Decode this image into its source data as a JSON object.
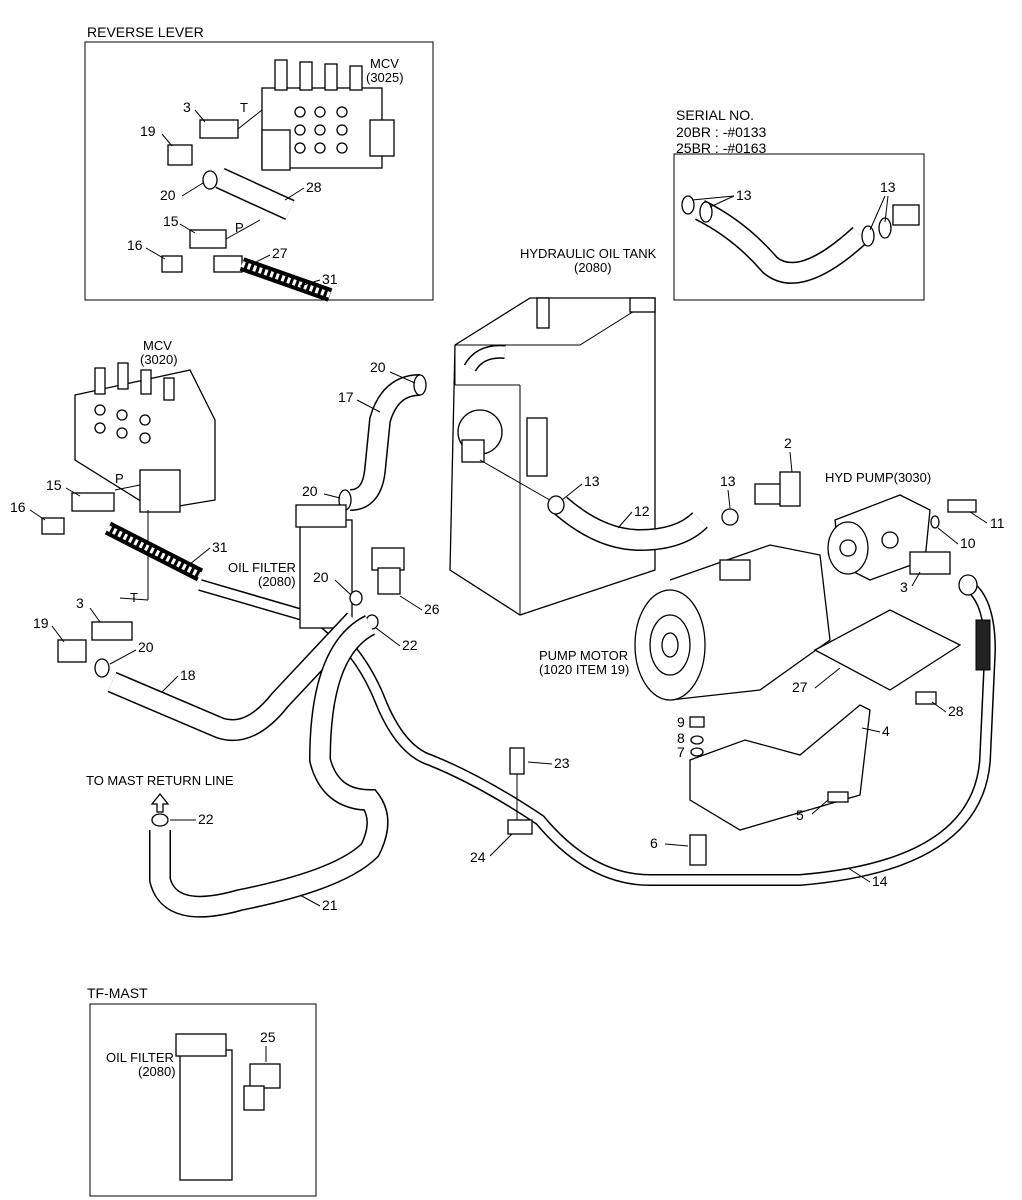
{
  "boxes": {
    "reverse_lever": "REVERSE LEVER",
    "serial": [
      "SERIAL NO.",
      "20BR : -#0133",
      "25BR : -#0163"
    ],
    "tf_mast": "TF-MAST"
  },
  "labels": {
    "mcv_top": [
      "MCV",
      "(3025)"
    ],
    "mcv_left": [
      "MCV",
      "(3020)"
    ],
    "tank": [
      "HYDRAULIC OIL TANK",
      "(2080)"
    ],
    "oil_filter": [
      "OIL FILTER",
      "(2080)"
    ],
    "oil_filter_tf": [
      "OIL FILTER",
      "(2080)"
    ],
    "hyd_pump": "HYD PUMP(3030)",
    "pump_motor": [
      "PUMP MOTOR",
      "(1020 ITEM 19)"
    ],
    "mast_return": "TO MAST RETURN LINE",
    "port_t": "T",
    "port_p": "P"
  },
  "callouts": {
    "rl_3": "3",
    "rl_19": "19",
    "rl_20": "20",
    "rl_15": "15",
    "rl_16": "16",
    "rl_28": "28",
    "rl_27": "27",
    "rl_31": "31",
    "sn_13a": "13",
    "sn_13b": "13",
    "m_20a": "20",
    "m_17": "17",
    "m_13a": "13",
    "m_12": "12",
    "m_13b": "13",
    "m_2": "2",
    "m_11": "11",
    "m_10": "10",
    "m_3a": "3",
    "m_15": "15",
    "m_16": "16",
    "m_31": "31",
    "m_20b": "20",
    "m_20c": "20",
    "m_26": "26",
    "m_22a": "22",
    "m_3b": "3",
    "m_19": "19",
    "m_20d": "20",
    "m_18": "18",
    "m_27": "27",
    "m_28": "28",
    "m_9": "9",
    "m_8": "8",
    "m_7": "7",
    "m_4": "4",
    "m_23": "23",
    "m_5": "5",
    "m_6": "6",
    "m_22b": "22",
    "m_24": "24",
    "m_14": "14",
    "m_21": "21",
    "tf_25": "25"
  }
}
